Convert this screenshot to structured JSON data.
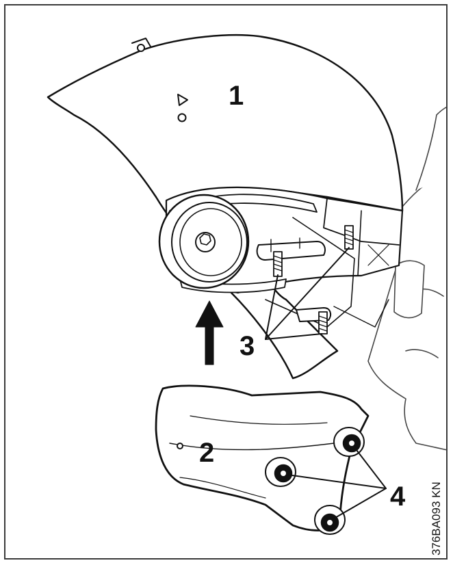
{
  "callouts": {
    "part_1": "1",
    "part_2": "2",
    "part_3": "3",
    "part_4": "4"
  },
  "reference_code": "376BA093 KN",
  "colors": {
    "line": "#111111",
    "frame": "#3a3a3a",
    "fill": "#ffffff"
  }
}
